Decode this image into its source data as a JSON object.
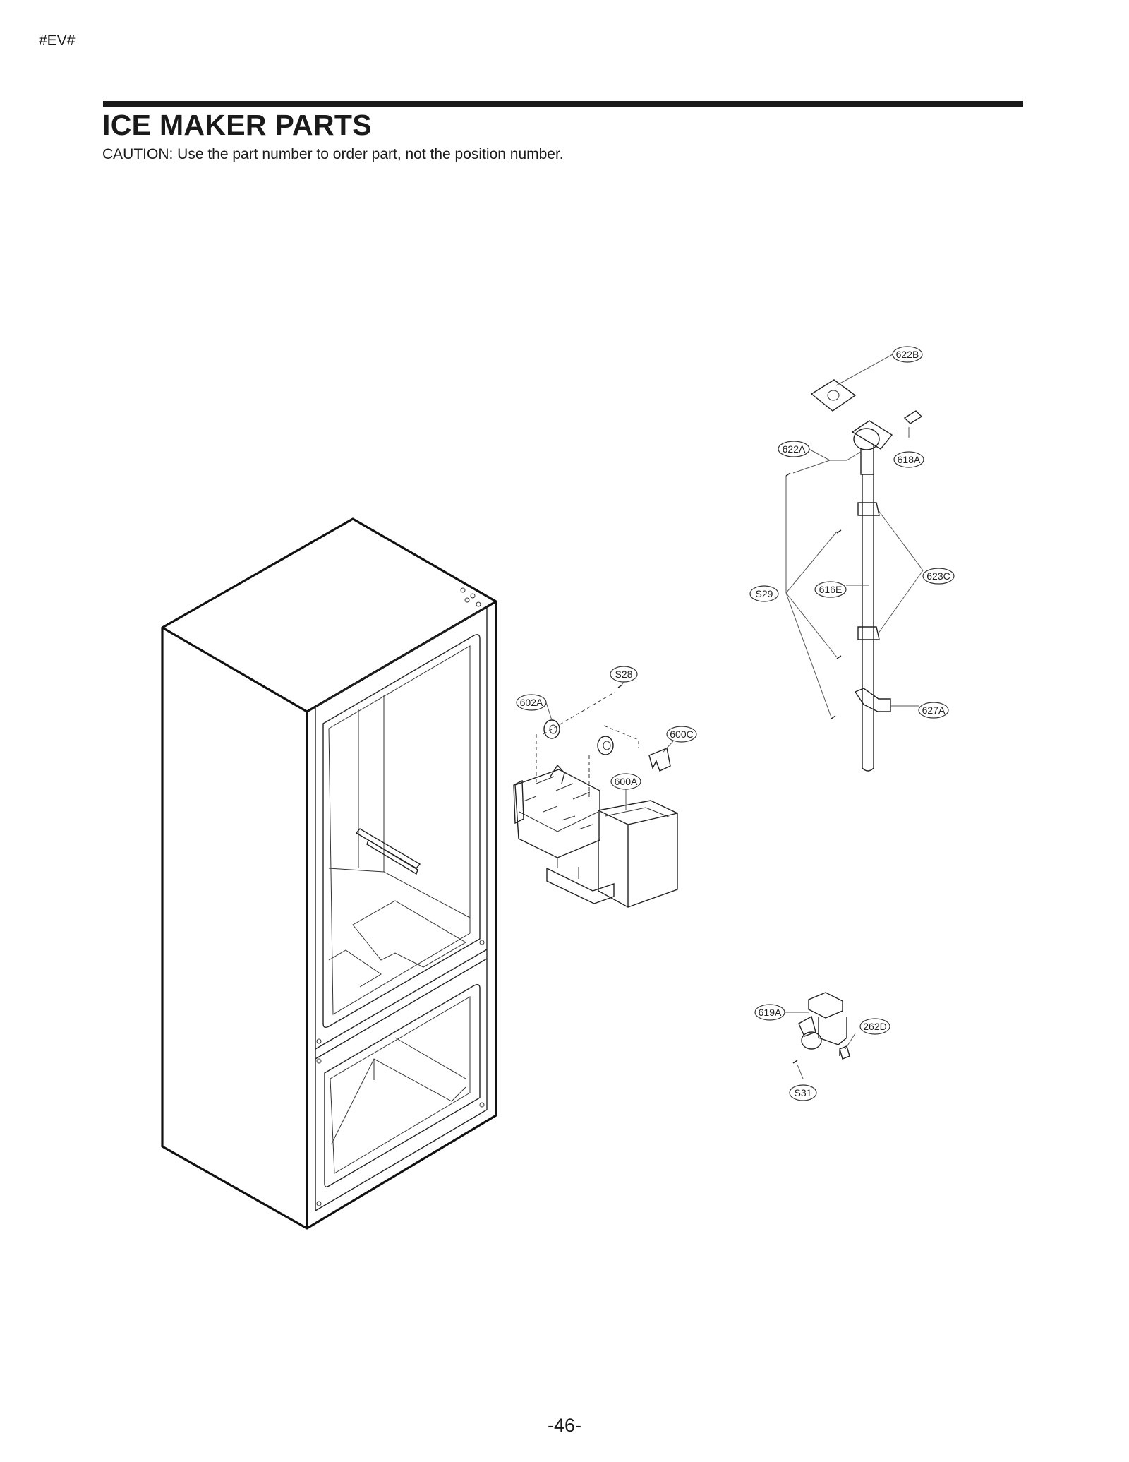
{
  "header": {
    "doc_code": "#EV#",
    "title": "ICE MAKER PARTS",
    "caution": "CAUTION: Use the part number to order part, not the position number."
  },
  "footer": {
    "page_number": "-46-"
  },
  "callouts": {
    "c622B": "622B",
    "c622A": "622A",
    "c618A": "618A",
    "c623C": "623C",
    "cS29": "S29",
    "c616E": "616E",
    "c627A": "627A",
    "cS28": "S28",
    "c602A": "602A",
    "c600C": "600C",
    "c600A": "600A",
    "c619A": "619A",
    "c262D": "262D",
    "cS31": "S31"
  }
}
